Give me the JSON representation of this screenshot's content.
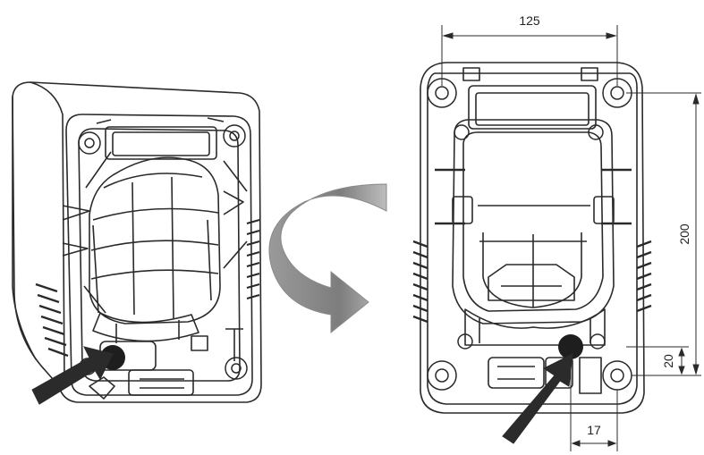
{
  "figure": {
    "dimensions": {
      "width_top": "125",
      "height_right": "200",
      "offset_bottom_right": "20",
      "offset_bottom": "17"
    },
    "colors": {
      "line": "#2a2a2a",
      "arrow_dark": "#2b2b2b",
      "rotate_arrow": "#8a8a8a",
      "rotate_arrow_light": "#b5b5b5",
      "screw_dark": "#1e1e1e"
    }
  }
}
